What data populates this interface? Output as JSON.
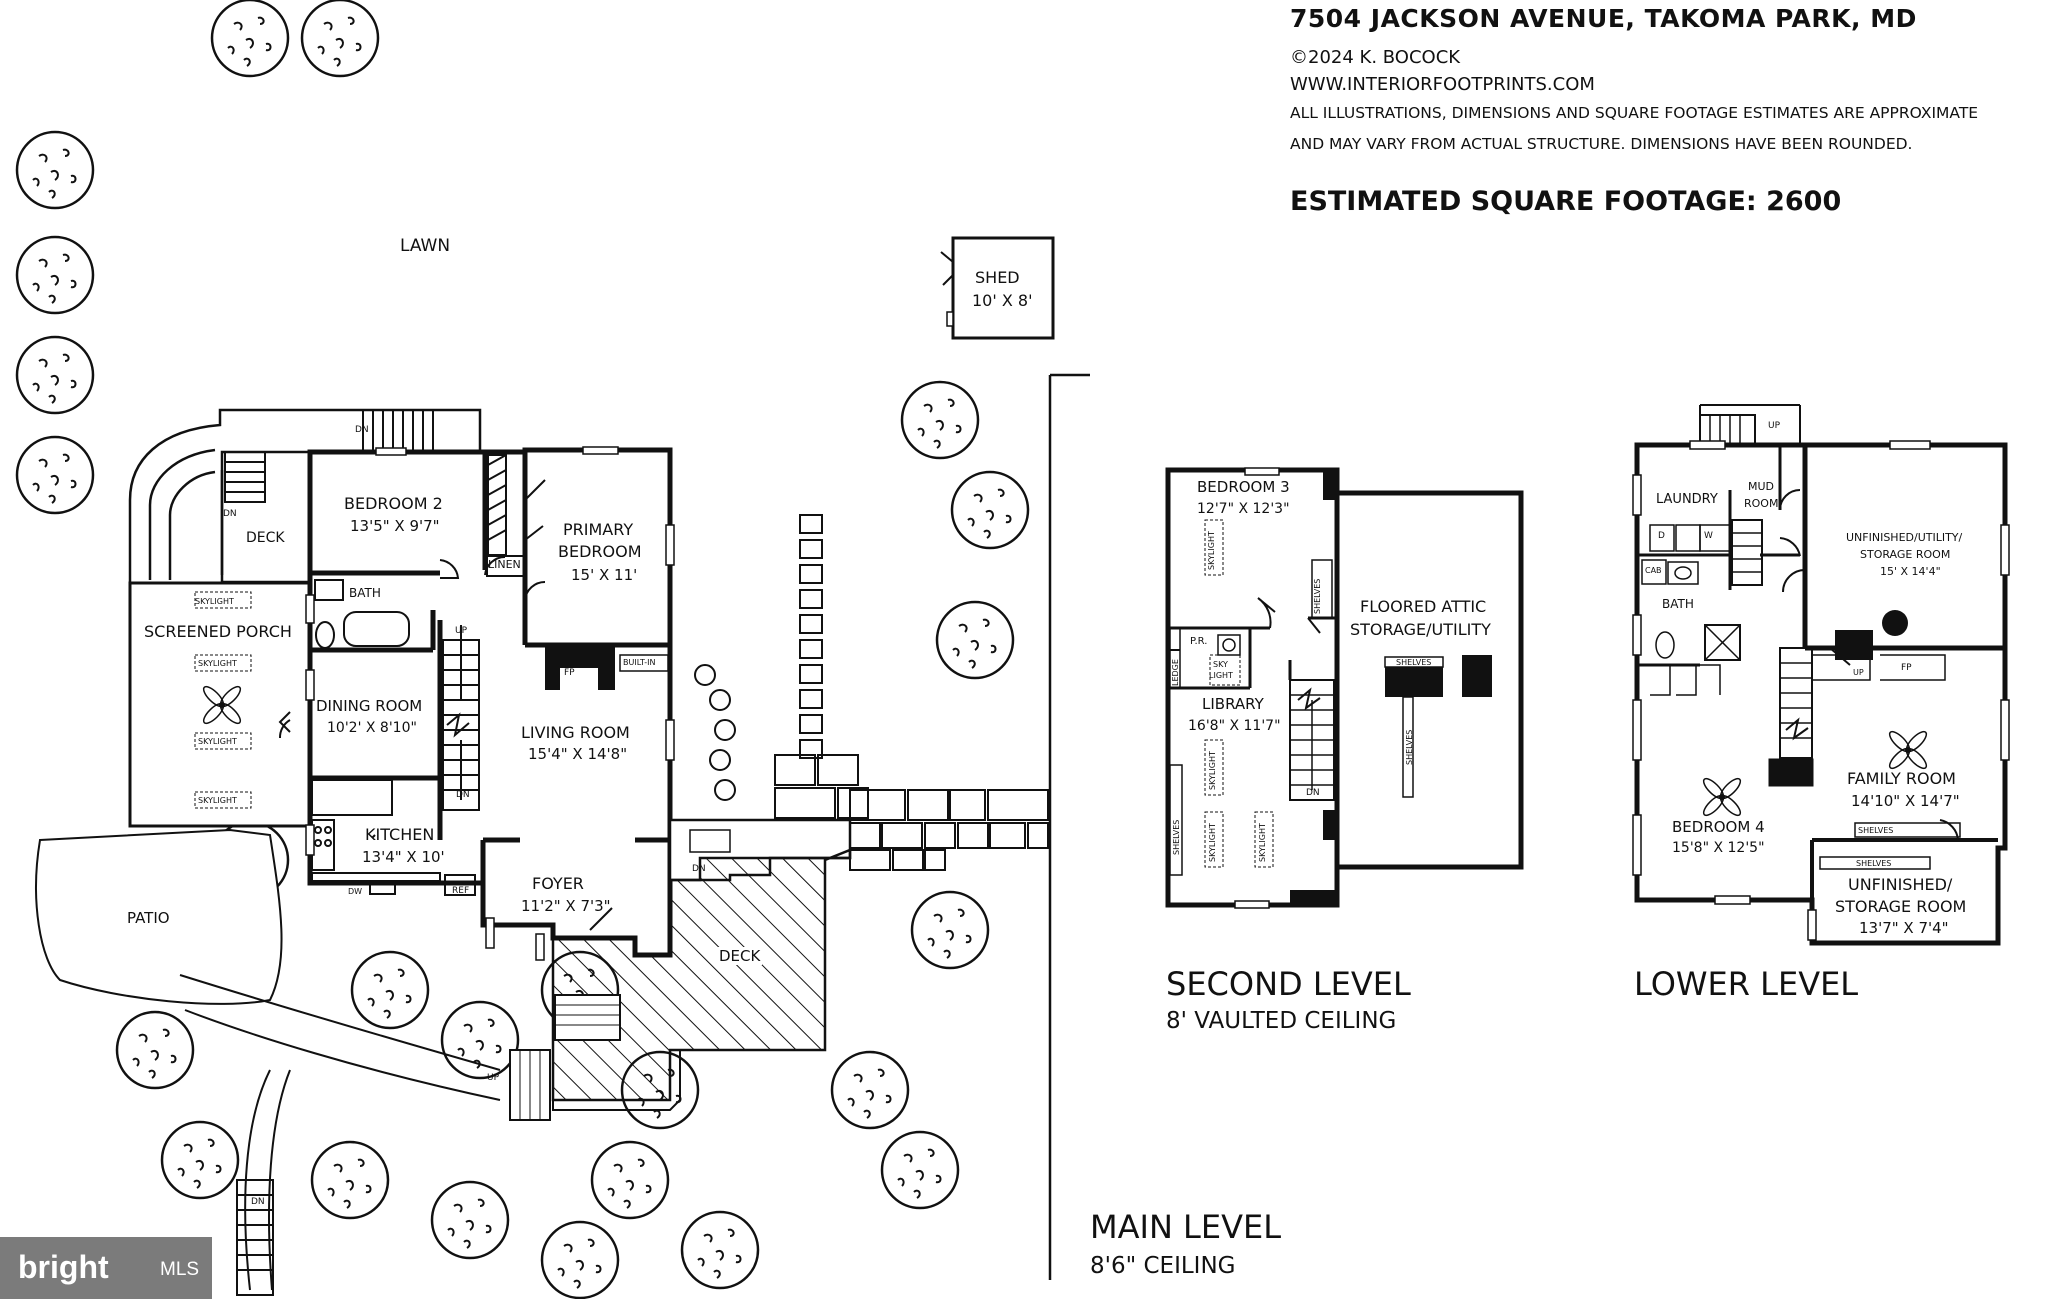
{
  "header": {
    "address": "7504 JACKSON AVENUE, TAKOMA PARK, MD",
    "copyright": "©2024 K. BOCOCK",
    "website": "WWW.INTERIORFOOTPRINTS.COM",
    "disclaimer_line1": "ALL ILLUSTRATIONS, DIMENSIONS AND SQUARE FOOTAGE ESTIMATES ARE APPROXIMATE",
    "disclaimer_line2": "AND MAY VARY FROM ACTUAL STRUCTURE. DIMENSIONS HAVE BEEN ROUNDED.",
    "sqft": "ESTIMATED SQUARE FOOTAGE: 2600"
  },
  "main_level": {
    "title": "MAIN LEVEL",
    "ceiling": "8'6\" CEILING",
    "labels": {
      "lawn": "LAWN",
      "shed": "SHED",
      "shed_dims": "10' X 8'",
      "deck_left": "DECK",
      "deck_right": "DECK",
      "patio": "PATIO",
      "screened_porch": "SCREENED PORCH",
      "skylight": "SKYLIGHT",
      "bedroom2": "BEDROOM 2",
      "bedroom2_dims": "13'5\" X 9'7\"",
      "primary_bedroom_1": "PRIMARY",
      "primary_bedroom_2": "BEDROOM",
      "primary_bedroom_dims": "15' X 11'",
      "linen": "LINEN",
      "bath": "BATH",
      "dining_room": "DINING ROOM",
      "dining_room_dims": "10'2' X 8'10\"",
      "living_room": "LIVING ROOM",
      "living_room_dims": "15'4\" X 14'8\"",
      "kitchen": "KITCHEN",
      "kitchen_dims": "13'4\" X 10'",
      "foyer": "FOYER",
      "foyer_dims": "11'2\" X 7'3\"",
      "fp": "FP",
      "built_in": "BUILT-IN",
      "dw": "DW",
      "ref": "REF",
      "dn": "DN",
      "up": "UP"
    }
  },
  "second_level": {
    "title": "SECOND LEVEL",
    "ceiling": "8' VAULTED CEILING",
    "labels": {
      "bedroom3": "BEDROOM 3",
      "bedroom3_dims": "12'7\" X 12'3\"",
      "library": "LIBRARY",
      "library_dims": "16'8\" X 11'7\"",
      "pr": "P.R.",
      "sky_light_1": "SKY",
      "sky_light_2": "LIGHT",
      "ledge": "LEDGE",
      "shelves": "SHELVES",
      "skylight": "SKYLIGHT",
      "attic_1": "FLOORED ATTIC",
      "attic_2": "STORAGE/UTILITY",
      "dn": "DN"
    }
  },
  "lower_level": {
    "title": "LOWER LEVEL",
    "labels": {
      "laundry": "LAUNDRY",
      "mud_1": "MUD",
      "mud_2": "ROOM",
      "d": "D",
      "w": "W",
      "cab": "CAB",
      "bath": "BATH",
      "unfinished_1": "UNFINISHED/UTILITY/",
      "unfinished_2": "STORAGE ROOM",
      "unfinished_dims": "15' X 14'4\"",
      "fp": "FP",
      "family_room": "FAMILY ROOM",
      "family_room_dims": "14'10\" X 14'7\"",
      "bedroom4": "BEDROOM 4",
      "bedroom4_dims": "15'8\" X 12'5\"",
      "shelves": "SHELVES",
      "storage_1": "UNFINISHED/",
      "storage_2": "STORAGE ROOM",
      "storage_dims": "13'7\" X 7'4\"",
      "up": "UP"
    }
  },
  "badge": {
    "logo": "bright",
    "suffix": "MLS"
  }
}
